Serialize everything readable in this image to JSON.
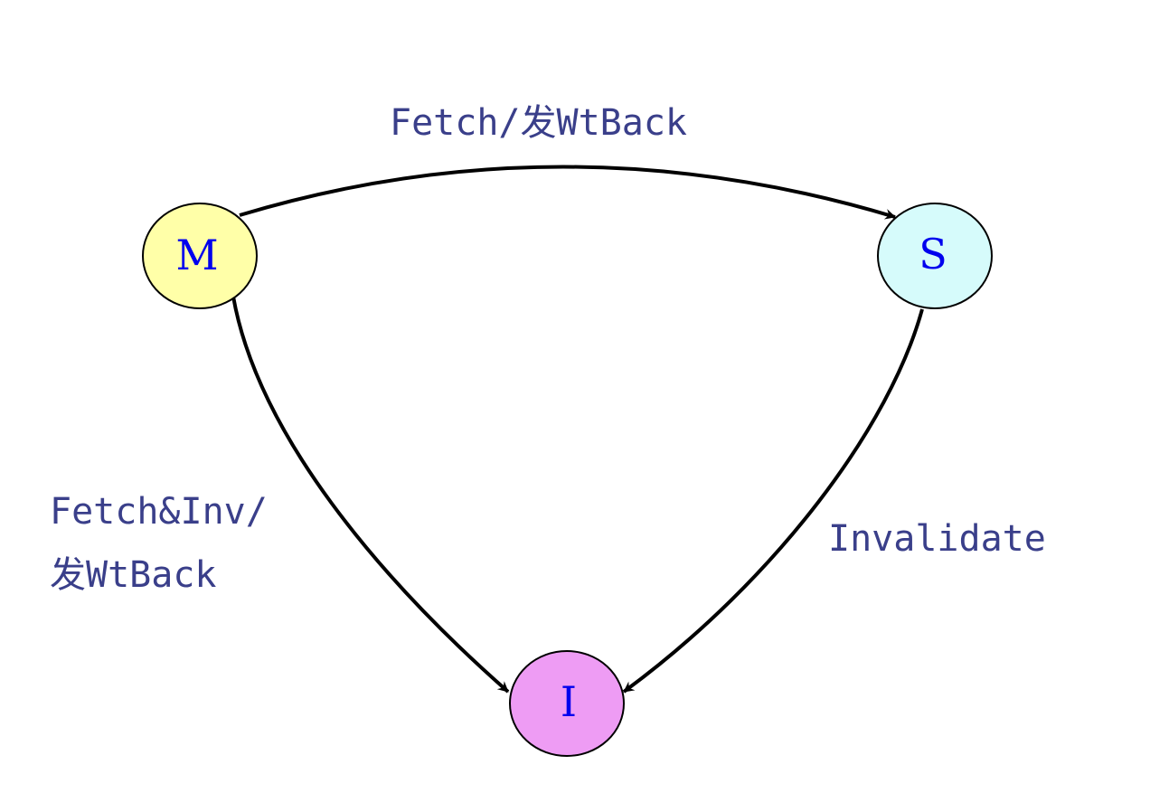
{
  "colors": {
    "label_text": "#3a3f8a",
    "node_text": "#0000ee",
    "edge": "#000000",
    "node_border": "#000000"
  },
  "nodes": {
    "m": {
      "label": "M",
      "fill": "#ffffa8"
    },
    "s": {
      "label": "S",
      "fill": "#d6fbfb"
    },
    "i": {
      "label": "I",
      "fill": "#ee9cf4"
    }
  },
  "edges": {
    "m_to_s": {
      "label": "Fetch/发WtBack"
    },
    "m_to_i": {
      "label_line1": "Fetch&Inv/",
      "label_line2": "发WtBack"
    },
    "s_to_i": {
      "label": "Invalidate"
    }
  }
}
